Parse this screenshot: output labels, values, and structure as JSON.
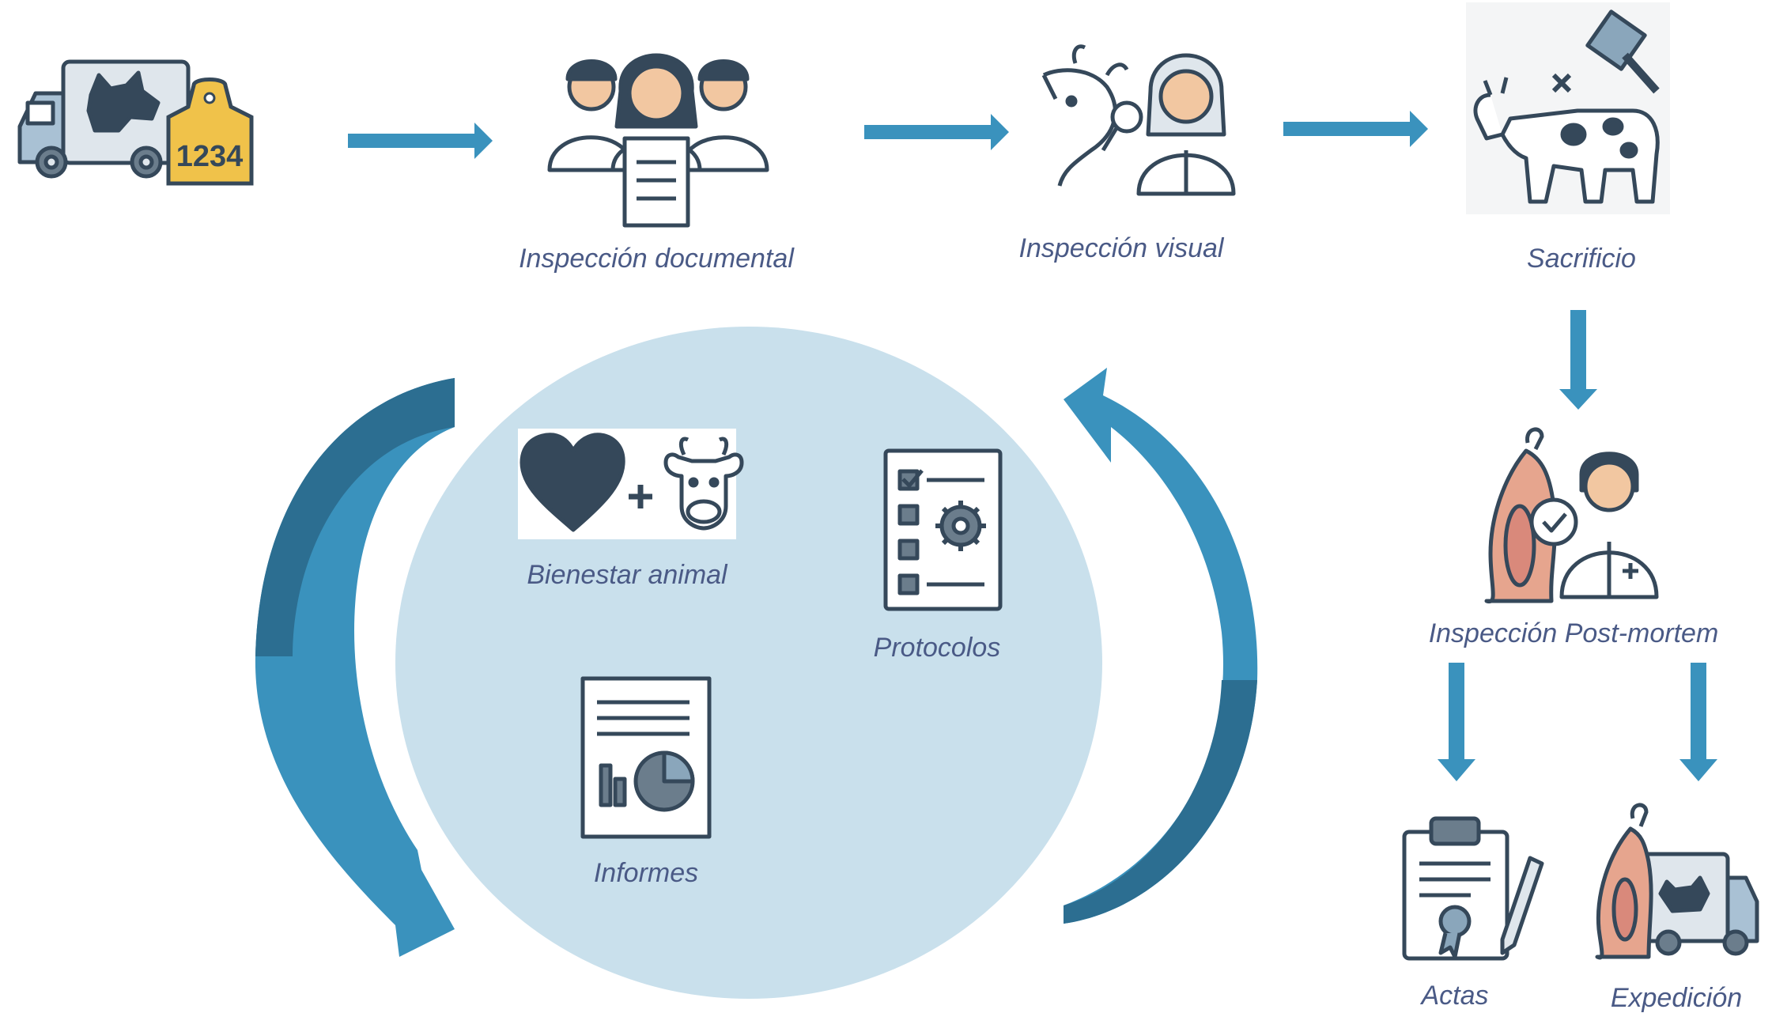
{
  "labels": {
    "inspeccion_documental": "Inspección documental",
    "inspeccion_visual": "Inspección visual",
    "sacrificio": "Sacrificio",
    "inspeccion_postmortem": "Inspección Post-mortem",
    "actas": "Actas",
    "expedicion": "Expedición",
    "bienestar_animal": "Bienestar animal",
    "protocolos": "Protocolos",
    "informes": "Informes"
  },
  "truck_tag_number": "1234",
  "colors": {
    "arrow": "#3a92bd",
    "arrow_dark": "#2c6e91",
    "circle": "#c9e0ec",
    "icon_dark": "#35485a",
    "label": "#4a5a86",
    "tag_yellow": "#f0c24a",
    "skin": "#f2c7a1",
    "meat": "#e6a58e"
  },
  "icons": [
    "transport-truck-icon",
    "ear-tag-icon",
    "inspector-team-icon",
    "vet-cow-inspection-icon",
    "slaughter-cow-icon",
    "carcass-inspector-icon",
    "clipboard-certificate-icon",
    "carcass-truck-icon",
    "heart-cow-icon",
    "checklist-gear-icon",
    "report-chart-icon"
  ]
}
